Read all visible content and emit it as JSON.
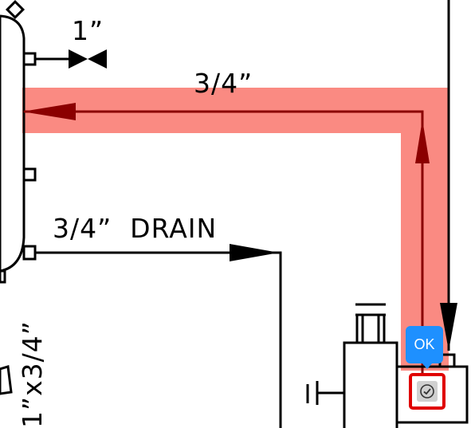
{
  "diagram": {
    "labels": {
      "valve_size": "1”",
      "highlighted_pipe_size": "3/4”",
      "drain_label": "3/4”  DRAIN",
      "vertical_label": "1”x3/4”"
    },
    "highlight_color": "#fa8a82"
  },
  "overlay": {
    "ok_label": "OK",
    "check_icon": "check-circle-icon"
  }
}
